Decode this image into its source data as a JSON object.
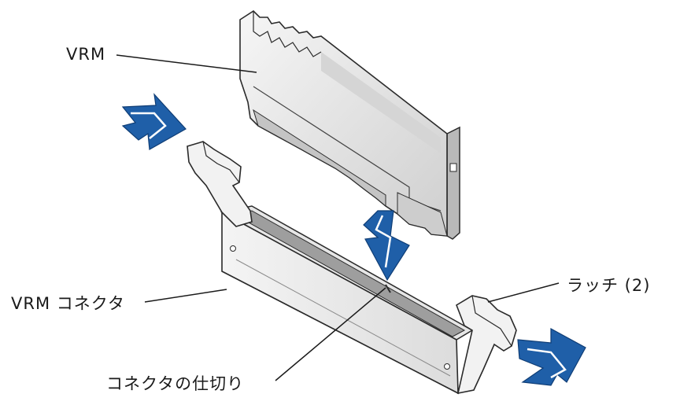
{
  "labels": {
    "vrm": "VRM",
    "vrm_connector": "VRM コネクタ",
    "latch": "ラッチ (2)",
    "connector_key": "コネクタの仕切り"
  },
  "colors": {
    "arrow_blue": "#1f5fa8",
    "outline": "#2a2a2a",
    "face_light": "#f1f1f1",
    "face_mid": "#d9d9d9",
    "face_dark": "#bfbfbf"
  },
  "icons": {
    "insert_arrow": "down-arrow-icon",
    "latch_arrow": "press-arrow-icon"
  }
}
